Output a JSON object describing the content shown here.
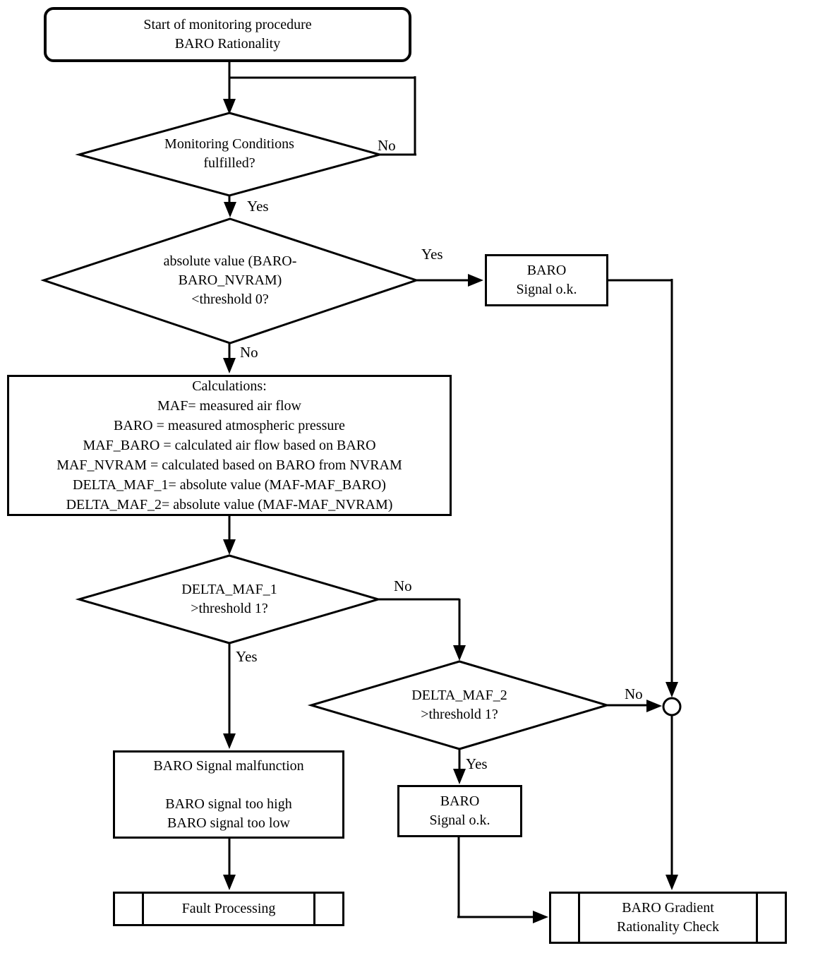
{
  "diagram": {
    "nodes": {
      "start": {
        "text": "Start of monitoring procedure\nBARO Rationality"
      },
      "decision_monitoring": {
        "text": "Monitoring Conditions\nfulfilled?"
      },
      "decision_baro_nvram": {
        "text": "absolute value (BARO-\nBARO_NVRAM)\n<threshold 0?"
      },
      "baro_signal_ok_top": {
        "text": "BARO\nSignal o.k."
      },
      "calculations": {
        "text": "Calculations:\nMAF= measured air flow\nBARO = measured atmospheric pressure\nMAF_BARO = calculated air flow based on BARO\nMAF_NVRAM = calculated based on BARO from NVRAM\nDELTA_MAF_1= absolute value (MAF-MAF_BARO)\nDELTA_MAF_2= absolute value (MAF-MAF_NVRAM)"
      },
      "decision_delta_maf_1": {
        "text": "DELTA_MAF_1\n>threshold 1?"
      },
      "decision_delta_maf_2": {
        "text": "DELTA_MAF_2\n>threshold 1?"
      },
      "baro_malfunction": {
        "text": "BARO Signal malfunction\n\nBARO signal too high\nBARO signal too low"
      },
      "baro_signal_ok_mid": {
        "text": "BARO\nSignal o.k."
      },
      "fault_processing": {
        "text": "Fault Processing"
      },
      "gradient_check": {
        "text": "BARO Gradient\nRationality Check"
      }
    },
    "edge_labels": {
      "monitoring_no": "No",
      "monitoring_yes": "Yes",
      "baro_nvram_yes": "Yes",
      "baro_nvram_no": "No",
      "delta1_no": "No",
      "delta1_yes": "Yes",
      "delta2_no": "No",
      "delta2_yes": "Yes"
    },
    "colors": {
      "stroke": "#000000",
      "fill": "#ffffff"
    }
  }
}
